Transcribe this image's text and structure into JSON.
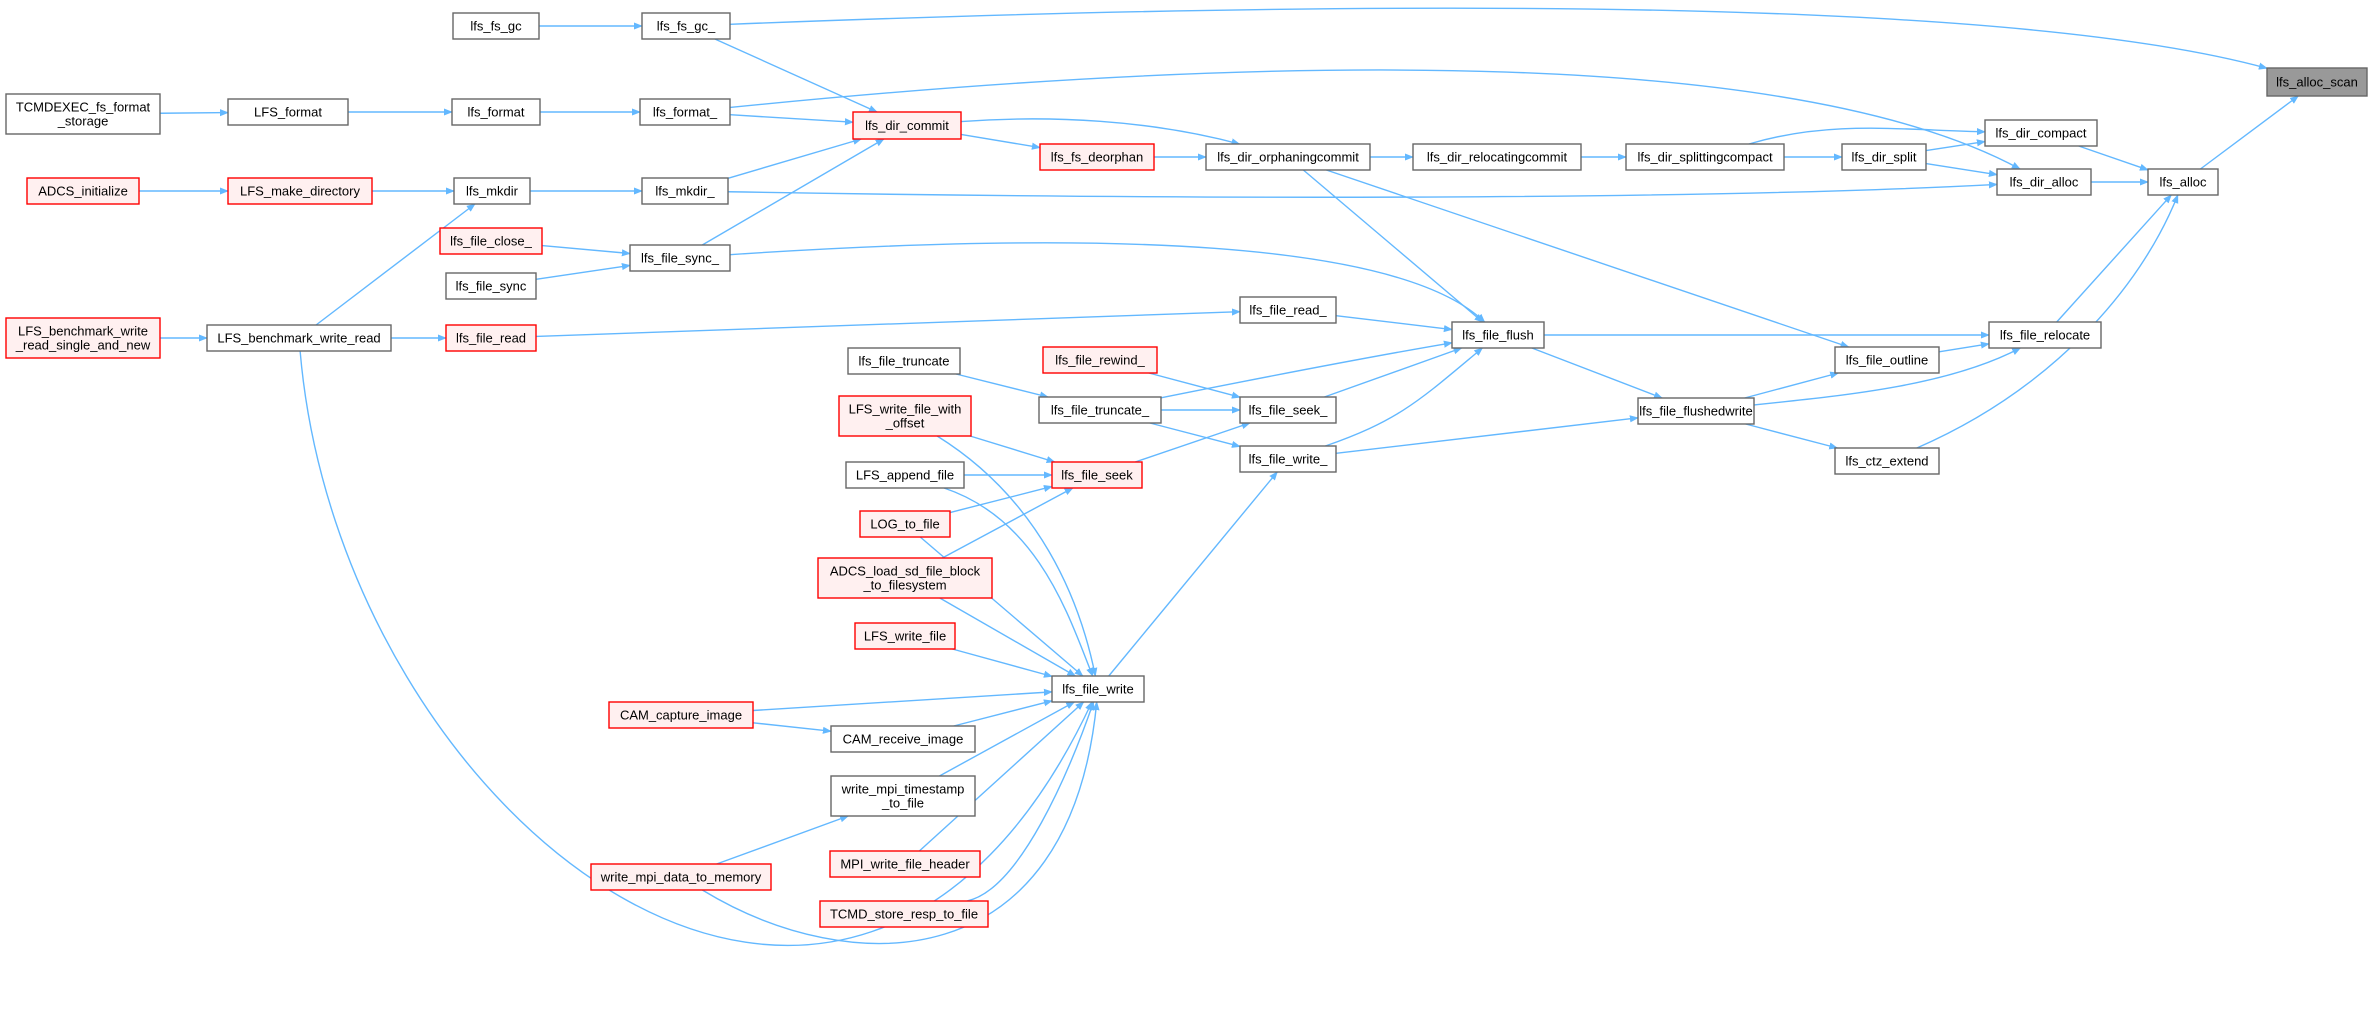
{
  "colors": {
    "edge": "#63b8ff",
    "node_border_default": "#666666",
    "node_border_red": "#ff0000",
    "node_fill_default": "#ffffff",
    "node_fill_red": "#fff0f0",
    "root_fill": "#999999",
    "root_border": "#666666"
  },
  "nodes": [
    {
      "id": "alloc_scan",
      "lines": [
        "lfs_alloc_scan"
      ],
      "style": "root"
    },
    {
      "id": "fs_gc",
      "lines": [
        "lfs_fs_gc"
      ],
      "style": "normal"
    },
    {
      "id": "fs_gc_",
      "lines": [
        "lfs_fs_gc_"
      ],
      "style": "normal"
    },
    {
      "id": "tcmdexec",
      "lines": [
        "TCMDEXEC_fs_format",
        "_storage"
      ],
      "style": "normal"
    },
    {
      "id": "LFS_format",
      "lines": [
        "LFS_format"
      ],
      "style": "normal"
    },
    {
      "id": "lfs_format",
      "lines": [
        "lfs_format"
      ],
      "style": "normal"
    },
    {
      "id": "lfs_format_",
      "lines": [
        "lfs_format_"
      ],
      "style": "normal"
    },
    {
      "id": "dir_commit",
      "lines": [
        "lfs_dir_commit"
      ],
      "style": "red"
    },
    {
      "id": "fs_deorphan",
      "lines": [
        "lfs_fs_deorphan"
      ],
      "style": "red"
    },
    {
      "id": "dir_orphan",
      "lines": [
        "lfs_dir_orphaningcommit"
      ],
      "style": "normal"
    },
    {
      "id": "dir_reloc",
      "lines": [
        "lfs_dir_relocatingcommit"
      ],
      "style": "normal"
    },
    {
      "id": "dir_splitc",
      "lines": [
        "lfs_dir_splittingcompact"
      ],
      "style": "normal"
    },
    {
      "id": "dir_split",
      "lines": [
        "lfs_dir_split"
      ],
      "style": "normal"
    },
    {
      "id": "dir_compact",
      "lines": [
        "lfs_dir_compact"
      ],
      "style": "normal"
    },
    {
      "id": "dir_alloc",
      "lines": [
        "lfs_dir_alloc"
      ],
      "style": "normal"
    },
    {
      "id": "alloc",
      "lines": [
        "lfs_alloc"
      ],
      "style": "normal"
    },
    {
      "id": "adcs_init",
      "lines": [
        "ADCS_initialize"
      ],
      "style": "red"
    },
    {
      "id": "LFS_mkdir",
      "lines": [
        "LFS_make_directory"
      ],
      "style": "red"
    },
    {
      "id": "lfs_mkdir",
      "lines": [
        "lfs_mkdir"
      ],
      "style": "normal"
    },
    {
      "id": "lfs_mkdir_",
      "lines": [
        "lfs_mkdir_"
      ],
      "style": "normal"
    },
    {
      "id": "file_close_",
      "lines": [
        "lfs_file_close_"
      ],
      "style": "red"
    },
    {
      "id": "file_sync",
      "lines": [
        "lfs_file_sync"
      ],
      "style": "normal"
    },
    {
      "id": "file_sync_",
      "lines": [
        "lfs_file_sync_"
      ],
      "style": "normal"
    },
    {
      "id": "bench_single",
      "lines": [
        "LFS_benchmark_write",
        "_read_single_and_new"
      ],
      "style": "red"
    },
    {
      "id": "bench_wr",
      "lines": [
        "LFS_benchmark_write_read"
      ],
      "style": "normal"
    },
    {
      "id": "file_read",
      "lines": [
        "lfs_file_read"
      ],
      "style": "red"
    },
    {
      "id": "file_read_",
      "lines": [
        "lfs_file_read_"
      ],
      "style": "normal"
    },
    {
      "id": "file_flush",
      "lines": [
        "lfs_file_flush"
      ],
      "style": "normal"
    },
    {
      "id": "file_relocate",
      "lines": [
        "lfs_file_relocate"
      ],
      "style": "normal"
    },
    {
      "id": "file_outline",
      "lines": [
        "lfs_file_outline"
      ],
      "style": "normal"
    },
    {
      "id": "file_flushw",
      "lines": [
        "lfs_file_flushedwrite"
      ],
      "style": "normal"
    },
    {
      "id": "ctz_extend",
      "lines": [
        "lfs_ctz_extend"
      ],
      "style": "normal"
    },
    {
      "id": "file_trunc",
      "lines": [
        "lfs_file_truncate"
      ],
      "style": "normal"
    },
    {
      "id": "file_trunc_",
      "lines": [
        "lfs_file_truncate_"
      ],
      "style": "normal"
    },
    {
      "id": "file_rewind_",
      "lines": [
        "lfs_file_rewind_"
      ],
      "style": "red"
    },
    {
      "id": "file_seek_",
      "lines": [
        "lfs_file_seek_"
      ],
      "style": "normal"
    },
    {
      "id": "file_write_",
      "lines": [
        "lfs_file_write_"
      ],
      "style": "normal"
    },
    {
      "id": "file_seek",
      "lines": [
        "lfs_file_seek"
      ],
      "style": "red"
    },
    {
      "id": "write_offset",
      "lines": [
        "LFS_write_file_with",
        "_offset"
      ],
      "style": "red"
    },
    {
      "id": "append_file",
      "lines": [
        "LFS_append_file"
      ],
      "style": "normal"
    },
    {
      "id": "log_to_file",
      "lines": [
        "LOG_to_file"
      ],
      "style": "red"
    },
    {
      "id": "adcs_load",
      "lines": [
        "ADCS_load_sd_file_block",
        "_to_filesystem"
      ],
      "style": "red"
    },
    {
      "id": "write_file",
      "lines": [
        "LFS_write_file"
      ],
      "style": "red"
    },
    {
      "id": "file_write",
      "lines": [
        "lfs_file_write"
      ],
      "style": "normal"
    },
    {
      "id": "cam_capture",
      "lines": [
        "CAM_capture_image"
      ],
      "style": "red"
    },
    {
      "id": "cam_receive",
      "lines": [
        "CAM_receive_image"
      ],
      "style": "normal"
    },
    {
      "id": "mpi_ts",
      "lines": [
        "write_mpi_timestamp",
        "_to_file"
      ],
      "style": "normal"
    },
    {
      "id": "mpi_header",
      "lines": [
        "MPI_write_file_header"
      ],
      "style": "red"
    },
    {
      "id": "mpi_data",
      "lines": [
        "write_mpi_data_to_memory"
      ],
      "style": "red"
    },
    {
      "id": "tcmd_store",
      "lines": [
        "TCMD_store_resp_to_file"
      ],
      "style": "red"
    }
  ]
}
